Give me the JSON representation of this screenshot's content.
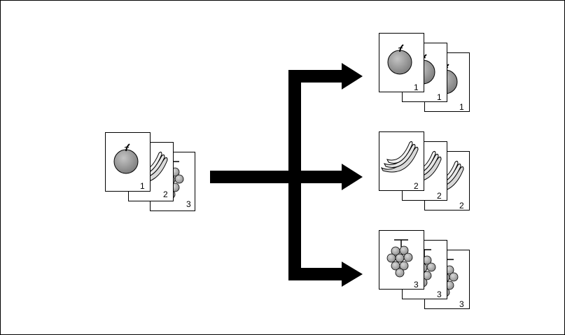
{
  "source": {
    "pages": [
      {
        "fruit": "apple",
        "number": "1"
      },
      {
        "fruit": "banana",
        "number": "2"
      },
      {
        "fruit": "grape",
        "number": "3"
      }
    ]
  },
  "outputs": [
    {
      "fruit": "apple",
      "numbers": [
        "1",
        "1",
        "1"
      ]
    },
    {
      "fruit": "banana",
      "numbers": [
        "2",
        "2",
        "2"
      ]
    },
    {
      "fruit": "grape",
      "numbers": [
        "3",
        "3",
        "3"
      ]
    }
  ]
}
